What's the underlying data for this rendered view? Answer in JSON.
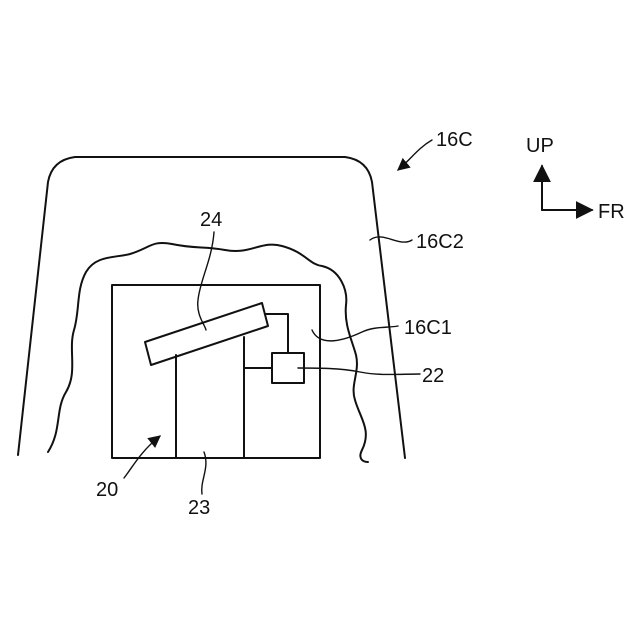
{
  "figure": {
    "line_color": "#111111",
    "background": "#ffffff",
    "labels": {
      "housing": "16C",
      "outer_wall": "16C2",
      "inner_cavity": "16C1",
      "unit": "20",
      "component_22": "22",
      "component_23": "23",
      "component_24": "24"
    },
    "axes": {
      "up": "UP",
      "front": "FR"
    }
  }
}
